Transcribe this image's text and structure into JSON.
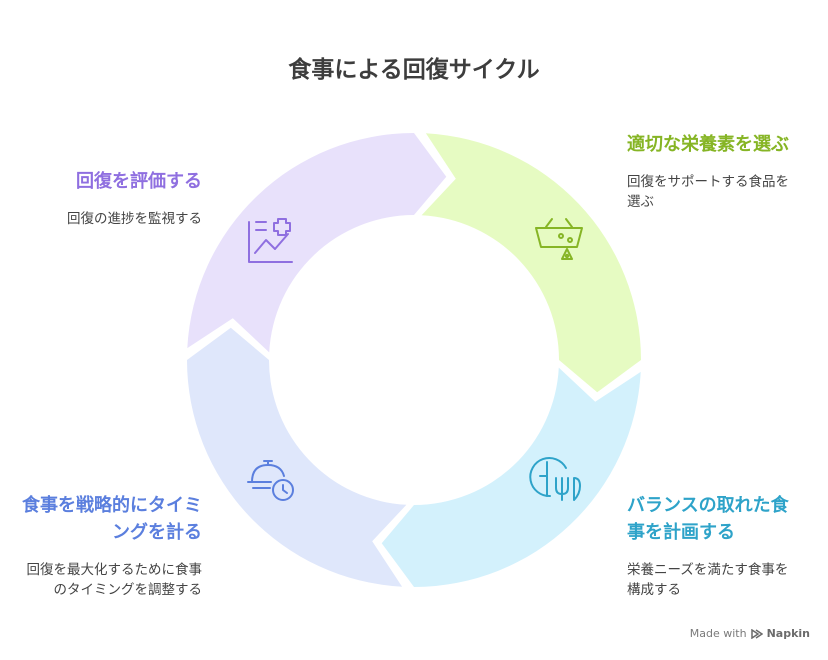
{
  "title": "食事による回復サイクル",
  "steps": [
    {
      "heading": "適切な栄養素を選ぶ",
      "description": "回復をサポートする食品を選ぶ",
      "icon": "shopping-basket-icon",
      "color": "#86b525",
      "fill": "#e6fbc2"
    },
    {
      "heading": "バランスの取れた食事を計画する",
      "description": "栄養ニーズを満たす食事を構成する",
      "icon": "fork-knife-plate-icon",
      "color": "#2ea3c9",
      "fill": "#d3f1fc"
    },
    {
      "heading": "食事を戦略的にタイミングを計る",
      "description": "回復を最大化するために食事のタイミングを調整する",
      "icon": "cloche-clock-icon",
      "color": "#5b7fde",
      "fill": "#dfe7fb"
    },
    {
      "heading": "回復を評価する",
      "description": "回復の進捗を監視する",
      "icon": "chart-plus-icon",
      "color": "#8f6fe0",
      "fill": "#e8e1fb"
    }
  ],
  "footer": {
    "made_with": "Made with",
    "brand": "Napkin"
  }
}
